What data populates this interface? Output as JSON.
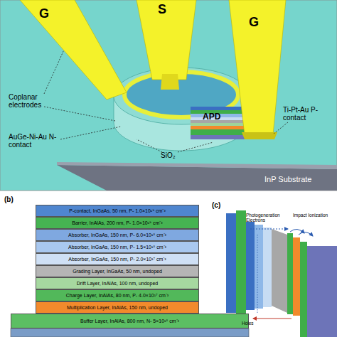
{
  "diagram": {
    "nodes": [
      {
        "text": [
          "P-contact, InGaAs, 50 nm, P- 1.0×10¹⁹ cm⁻³"
        ]
      },
      {
        "text": [
          "Barrier, InAlAs, 200 nm, P- 1.0×10¹⁹ cm⁻³"
        ]
      },
      {
        "text": [
          "Absorber, InGaAs, 150 nm, P- 6.0×10¹⁸ cm⁻³"
        ]
      },
      {
        "text": [
          "Absorber, InGaAs, 150 nm, P- 1.5×10¹⁸ cm⁻³"
        ]
      },
      {
        "text": [
          "Absorber, InGaAs, 150 nm, P- 2.0×10¹⁷ cm⁻³"
        ]
      },
      {
        "text": [
          "Grading Layer, InGaAs, 50 nm, undoped"
        ]
      },
      {
        "text": [
          "Drift Layer, InAlAs, 100 nm, undoped"
        ]
      },
      {
        "text": [
          "Charge Layer, InAlAs, 80 nm, P- 4.0×10¹⁷ cm⁻³"
        ]
      },
      {
        "text": [
          "Multiplication Layer, InAlAs, 150 nm, undoped"
        ]
      },
      {
        "text": [
          "Buffer Layer, InAlAs, 800 nm, N- 5×10¹⁸ cm⁻³"
        ]
      }
    ],
    "labels": [
      "G",
      "S",
      "G",
      "Coplanar electrodes",
      "Ti-Pt-Au P-contact",
      "APD",
      "AuGe-Ni-Au N-contact",
      "SiO₂",
      "InP Substrate",
      "(b)",
      "(c)",
      "Photogeneration Electrons",
      "Impact Ionization",
      "Holes"
    ]
  }
}
